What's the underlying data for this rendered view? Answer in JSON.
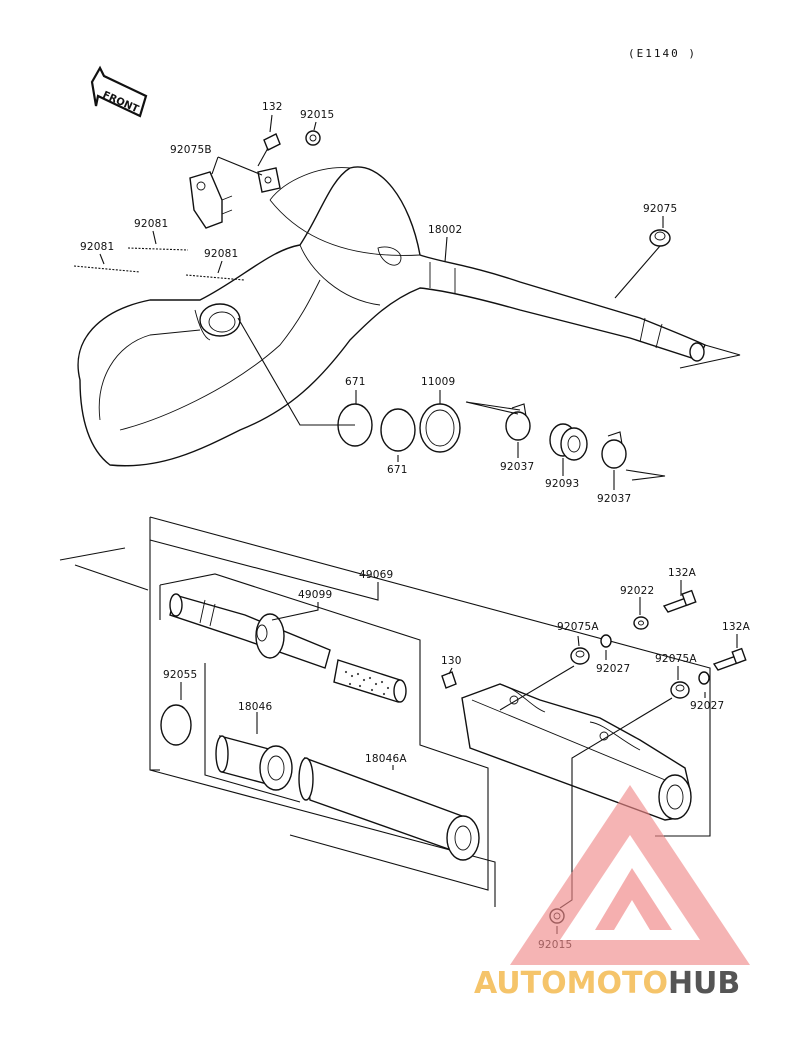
{
  "diagram": {
    "code": "(E1140 )",
    "front_label": "FRONT",
    "labels": {
      "p132": "132",
      "p92015_top": "92015",
      "p92075B": "92075B",
      "p92081_a": "92081",
      "p92081_b": "92081",
      "p92081_c": "92081",
      "p18002": "18002",
      "p92075": "92075",
      "p671_a": "671",
      "p671_b": "671",
      "p11009": "11009",
      "p92037_a": "92037",
      "p92093": "92093",
      "p92037_b": "92037",
      "p49069": "49069",
      "p49099": "49099",
      "p92022": "92022",
      "p132A_a": "132A",
      "p132A_b": "132A",
      "p92075A_a": "92075A",
      "p92075A_b": "92075A",
      "p130": "130",
      "p92027_a": "92027",
      "p92027_b": "92027",
      "p92055": "92055",
      "p18046": "18046",
      "p18046A": "18046A",
      "p92015_bottom": "92015"
    }
  },
  "watermark": {
    "brand_part1": "AUTOMOTO",
    "brand_part2": "HUB",
    "color_main": "#f08a8a",
    "color_accent": "#f5c46a",
    "color_dark": "#555555"
  }
}
